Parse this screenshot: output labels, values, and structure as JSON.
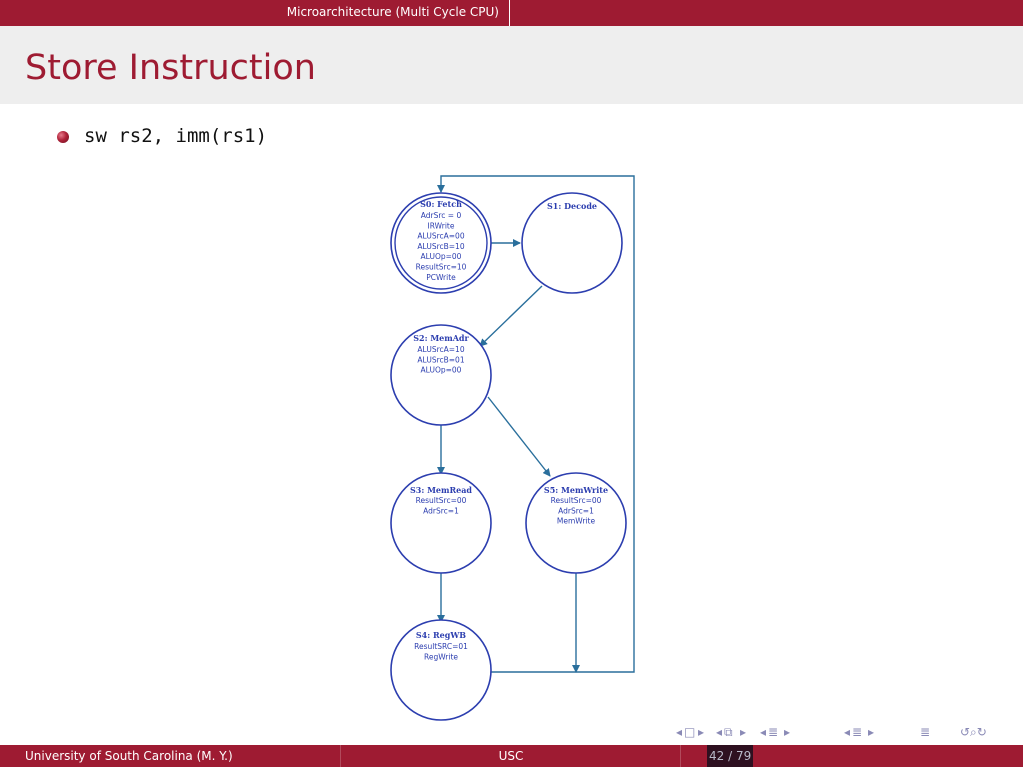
{
  "header": {
    "section": "Microarchitecture (Multi Cycle CPU)"
  },
  "slide": {
    "title": "Store Instruction",
    "bullet": "sw rs2, imm(rs1)"
  },
  "diagram": {
    "states": [
      {
        "id": "s0",
        "name": "S0: Fetch",
        "lines": [
          "AdrSrc = 0",
          "IRWrite",
          "ALUSrcA=00",
          "ALUSrcB=10",
          "ALUOp=00",
          "ResultSrc=10",
          "PCWrite"
        ],
        "highlighted": true
      },
      {
        "id": "s1",
        "name": "S1: Decode",
        "lines": []
      },
      {
        "id": "s2",
        "name": "S2: MemAdr",
        "lines": [
          "ALUSrcA=10",
          "ALUSrcB=01",
          "ALUOp=00"
        ]
      },
      {
        "id": "s3",
        "name": "S3: MemRead",
        "lines": [
          "ResultSrc=00",
          "AdrSrc=1"
        ]
      },
      {
        "id": "s5",
        "name": "S5: MemWrite",
        "lines": [
          "ResultSrc=00",
          "AdrSrc=1",
          "MemWrite"
        ]
      },
      {
        "id": "s4",
        "name": "S4: RegWB",
        "lines": [
          "ResultSRC=01",
          "RegWrite"
        ]
      }
    ],
    "colors": {
      "state": "#2c3eaf",
      "arrow": "#2a6f9c"
    }
  },
  "nav": {
    "first": "◂",
    "frame": "□",
    "next": "▸",
    "sub_prev": "◂",
    "sub_icon": "⧉",
    "sub_next": "▸",
    "sec_prev": "◂",
    "sec_icon": "≣",
    "sec_next": "▸",
    "ssec_prev": "◂",
    "ssec_icon": "≣",
    "ssec_next": "▸",
    "align": "≣",
    "search": "↺⌕↻"
  },
  "footer": {
    "author": "University of South Carolina  (M. Y.)",
    "institution": "USC",
    "page": "42 / 79"
  },
  "theme": {
    "primary": "#9e1b32",
    "title_band": "#eeeeee"
  }
}
